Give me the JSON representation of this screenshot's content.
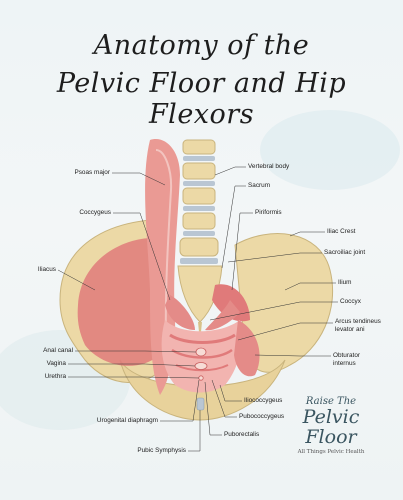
{
  "title": {
    "line1": "Anatomy of the",
    "line2": "Pelvic Floor and Hip Flexors"
  },
  "labels": {
    "psoas_major": "Psoas major",
    "vertebral_body": "Vertebral body",
    "sacrum": "Sacrum",
    "coccygeus": "Coccygeus",
    "piriformis": "Piriformis",
    "iliac_crest": "Iliac Crest",
    "sacroiliac_joint": "Sacroiliac joint",
    "iliacus": "Iliacus",
    "ilium": "Ilium",
    "coccyx": "Coccyx",
    "arcus_tendineus": "Arcus tendineus",
    "levator_ani": "levator ani",
    "anal_canal": "Anal canal",
    "vagina": "Vagina",
    "urethra": "Urethra",
    "obturator": "Obturator",
    "internus": "internus",
    "iliococcygeus": "Iliococcygeus",
    "pubococcygeus": "Pubococcygeus",
    "urogenital_diaphragm": "Urogenital diaphragm",
    "puborectalis": "Puborectalis",
    "pubic_symphysis": "Pubic Symphysis"
  },
  "logo": {
    "line1": "Raise The",
    "line2": "Pelvic Floor",
    "line3": "All Things Pelvic Health"
  },
  "colors": {
    "bone": "#ecd9a6",
    "muscle": "#e07a7a",
    "muscle_light": "#f2b4b0",
    "disc": "#b9c6d3",
    "leader": "#333333"
  }
}
